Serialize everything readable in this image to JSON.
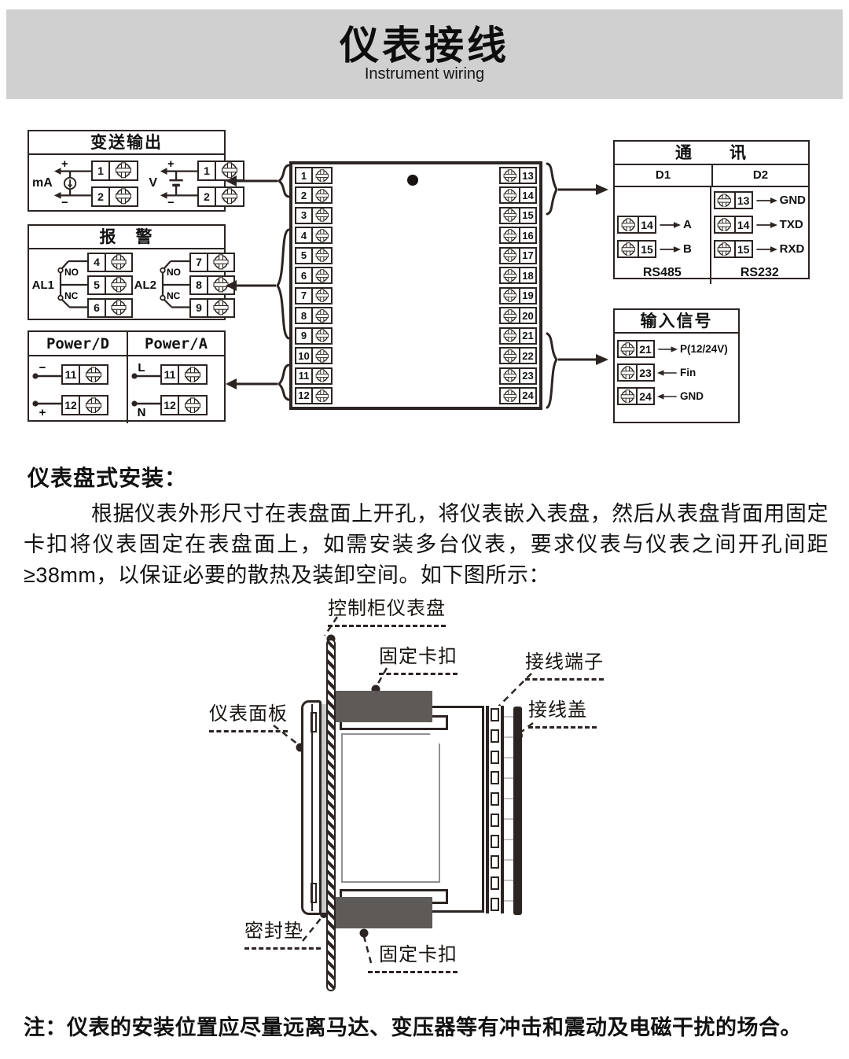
{
  "header": {
    "title": "仪表接线",
    "subtitle": "Instrument wiring"
  },
  "colors": {
    "banner_bg": "#d0d0d0",
    "line": "#2b2422",
    "clip_gray": "#5d5a58",
    "gasket_gray": "#c9c9c9",
    "cover_black": "#2b2422"
  },
  "wiring": {
    "transmitter": {
      "title": "变送输出",
      "groups": [
        {
          "label": "mA",
          "plus": "+",
          "minus": "−",
          "terminals": [
            "1",
            "2"
          ]
        },
        {
          "label": "V",
          "plus": "+",
          "minus": "−",
          "terminals": [
            "1",
            "2"
          ]
        }
      ]
    },
    "alarm": {
      "title": "报　警",
      "groups": [
        {
          "label": "AL1",
          "no": "NO",
          "nc": "NC",
          "terminals": [
            "4",
            "5",
            "6"
          ]
        },
        {
          "label": "AL2",
          "no": "NO",
          "nc": "NC",
          "terminals": [
            "7",
            "8",
            "9"
          ]
        }
      ]
    },
    "power": {
      "columns": [
        {
          "title": "Power/D",
          "rows": [
            {
              "pole": "−",
              "terminal": "11"
            },
            {
              "pole": "+",
              "terminal": "12"
            }
          ]
        },
        {
          "title": "Power/A",
          "rows": [
            {
              "pole": "L",
              "terminal": "11"
            },
            {
              "pole": "N",
              "terminal": "12"
            }
          ]
        }
      ]
    },
    "block": {
      "left": [
        "1",
        "2",
        "3",
        "4",
        "5",
        "6",
        "7",
        "8",
        "9",
        "10",
        "11",
        "12"
      ],
      "right": [
        "13",
        "14",
        "15",
        "16",
        "17",
        "18",
        "19",
        "20",
        "21",
        "22",
        "23",
        "24"
      ]
    },
    "comm": {
      "title": "通　　讯",
      "columns": [
        {
          "header": "D1",
          "rows": [
            {
              "terminal": "14",
              "signal": "A"
            },
            {
              "terminal": "15",
              "signal": "B"
            }
          ],
          "standard": "RS485"
        },
        {
          "header": "D2",
          "rows": [
            {
              "terminal": "13",
              "signal": "GND"
            },
            {
              "terminal": "14",
              "signal": "TXD"
            },
            {
              "terminal": "15",
              "signal": "RXD"
            }
          ],
          "standard": "RS232"
        }
      ]
    },
    "input": {
      "title": "输入信号",
      "rows": [
        {
          "terminal": "21",
          "dir": "out",
          "signal": "P(12/24V)"
        },
        {
          "terminal": "23",
          "dir": "in",
          "signal": "Fin"
        },
        {
          "terminal": "24",
          "dir": "in",
          "signal": "GND"
        }
      ]
    }
  },
  "install": {
    "heading": "仪表盘式安装：",
    "paragraph": "根据仪表外形尺寸在表盘面上开孔，将仪表嵌入表盘，然后从表盘背面用固定卡扣将仪表固定在表盘面上，如需安装多台仪表，要求仪表与仪表之间开孔间距≥38mm，以保证必要的散热及装卸空间。如下图所示：",
    "labels": {
      "panel": "控制柜仪表盘",
      "clip_top": "固定卡扣",
      "terminal": "接线端子",
      "cover": "接线盖",
      "faceplate": "仪表面板",
      "gasket": "密封垫",
      "clip_bottom": "固定卡扣"
    }
  },
  "note": "注：仪表的安装位置应尽量远离马达、变压器等有冲击和震动及电磁干扰的场合。"
}
